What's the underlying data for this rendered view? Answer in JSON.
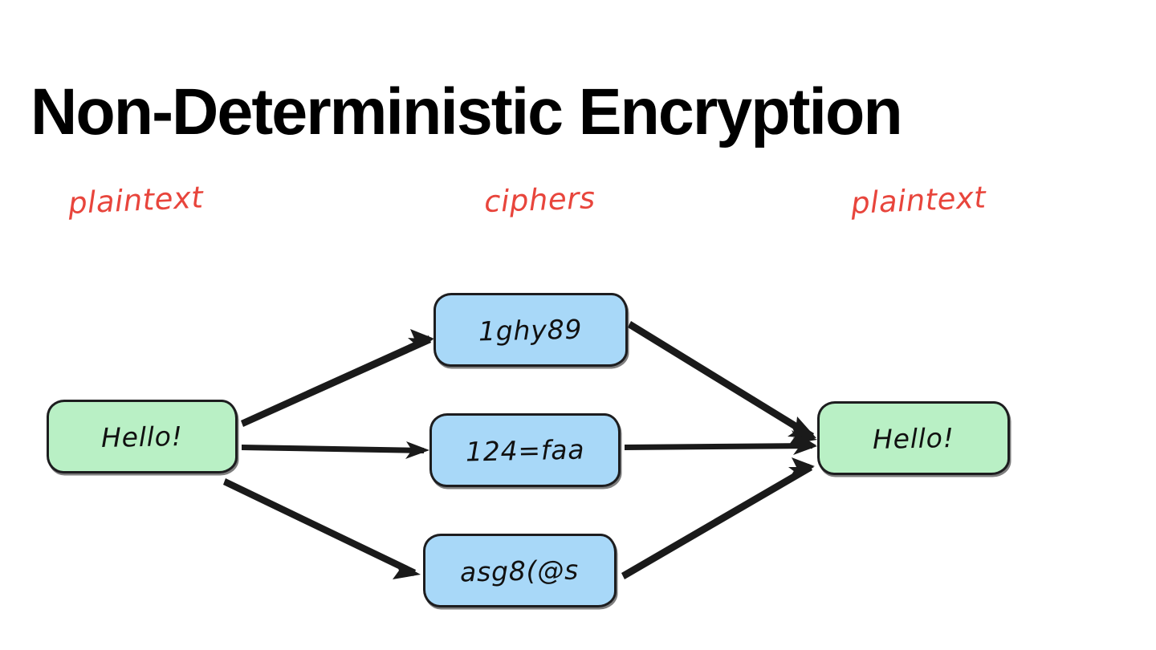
{
  "slide": {
    "title": "Non-Deterministic Encryption",
    "background_color": "#ffffff"
  },
  "colors": {
    "title_text": "#000000",
    "label_red": "#e8453c",
    "plaintext_box_fill": "#b9f0c5",
    "cipher_box_fill": "#a8d8f8",
    "box_stroke": "#1d1d1f",
    "arrow_stroke": "#1a1a1a",
    "node_text": "#111111"
  },
  "column_labels": [
    {
      "id": "plaintext-left",
      "text": "plaintext"
    },
    {
      "id": "ciphers",
      "text": "ciphers"
    },
    {
      "id": "plaintext-right",
      "text": "plaintext"
    }
  ],
  "diagram": {
    "type": "flow",
    "input_node": {
      "id": "plaintext-in",
      "text": "Hello!",
      "fill": "#b9f0c5"
    },
    "cipher_nodes": [
      {
        "id": "cipher-1",
        "text": "1ghy89",
        "fill": "#a8d8f8"
      },
      {
        "id": "cipher-2",
        "text": "124=faa",
        "fill": "#a8d8f8"
      },
      {
        "id": "cipher-3",
        "text": "asg8(@s",
        "fill": "#a8d8f8"
      }
    ],
    "output_node": {
      "id": "plaintext-out",
      "text": "Hello!",
      "fill": "#b9f0c5"
    },
    "edges": [
      {
        "from": "plaintext-in",
        "to": "cipher-1"
      },
      {
        "from": "plaintext-in",
        "to": "cipher-2"
      },
      {
        "from": "plaintext-in",
        "to": "cipher-3"
      },
      {
        "from": "cipher-1",
        "to": "plaintext-out"
      },
      {
        "from": "cipher-2",
        "to": "plaintext-out"
      },
      {
        "from": "cipher-3",
        "to": "plaintext-out"
      }
    ]
  }
}
